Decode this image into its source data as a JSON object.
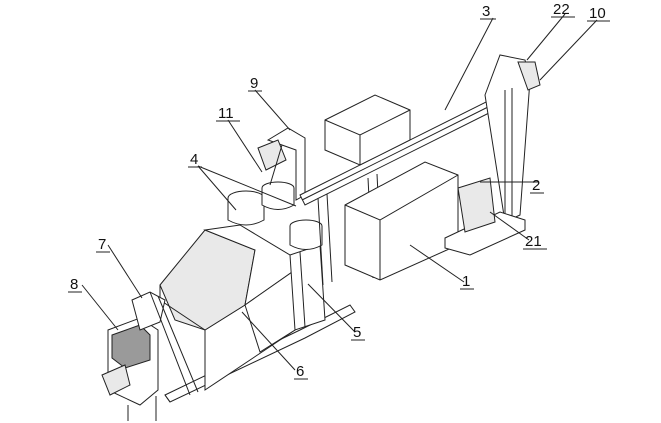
{
  "figure": {
    "callouts": [
      {
        "id": "c1",
        "label": "1"
      },
      {
        "id": "c2",
        "label": "2"
      },
      {
        "id": "c3",
        "label": "3"
      },
      {
        "id": "c4",
        "label": "4"
      },
      {
        "id": "c5",
        "label": "5"
      },
      {
        "id": "c6",
        "label": "6"
      },
      {
        "id": "c7",
        "label": "7"
      },
      {
        "id": "c8",
        "label": "8"
      },
      {
        "id": "c9",
        "label": "9"
      },
      {
        "id": "c10",
        "label": "10"
      },
      {
        "id": "c11",
        "label": "11"
      },
      {
        "id": "c21",
        "label": "21"
      },
      {
        "id": "c22",
        "label": "22"
      }
    ]
  }
}
